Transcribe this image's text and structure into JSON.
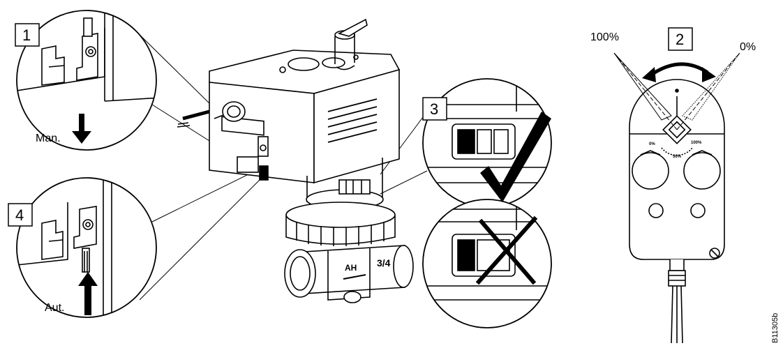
{
  "steps": {
    "step1": "1",
    "step2": "2",
    "step3": "3",
    "step4": "4"
  },
  "labels": {
    "manual": "Man.",
    "automatic": "Aut.",
    "full_open": "100%",
    "closed": "0%",
    "dial_min": "0%",
    "dial_max": "100%",
    "dial_mid": "50%",
    "valve_size": "3/4",
    "valve_brand": "AH"
  },
  "drawing_code": "B11305b",
  "colors": {
    "line": "#000000",
    "background": "#ffffff"
  }
}
